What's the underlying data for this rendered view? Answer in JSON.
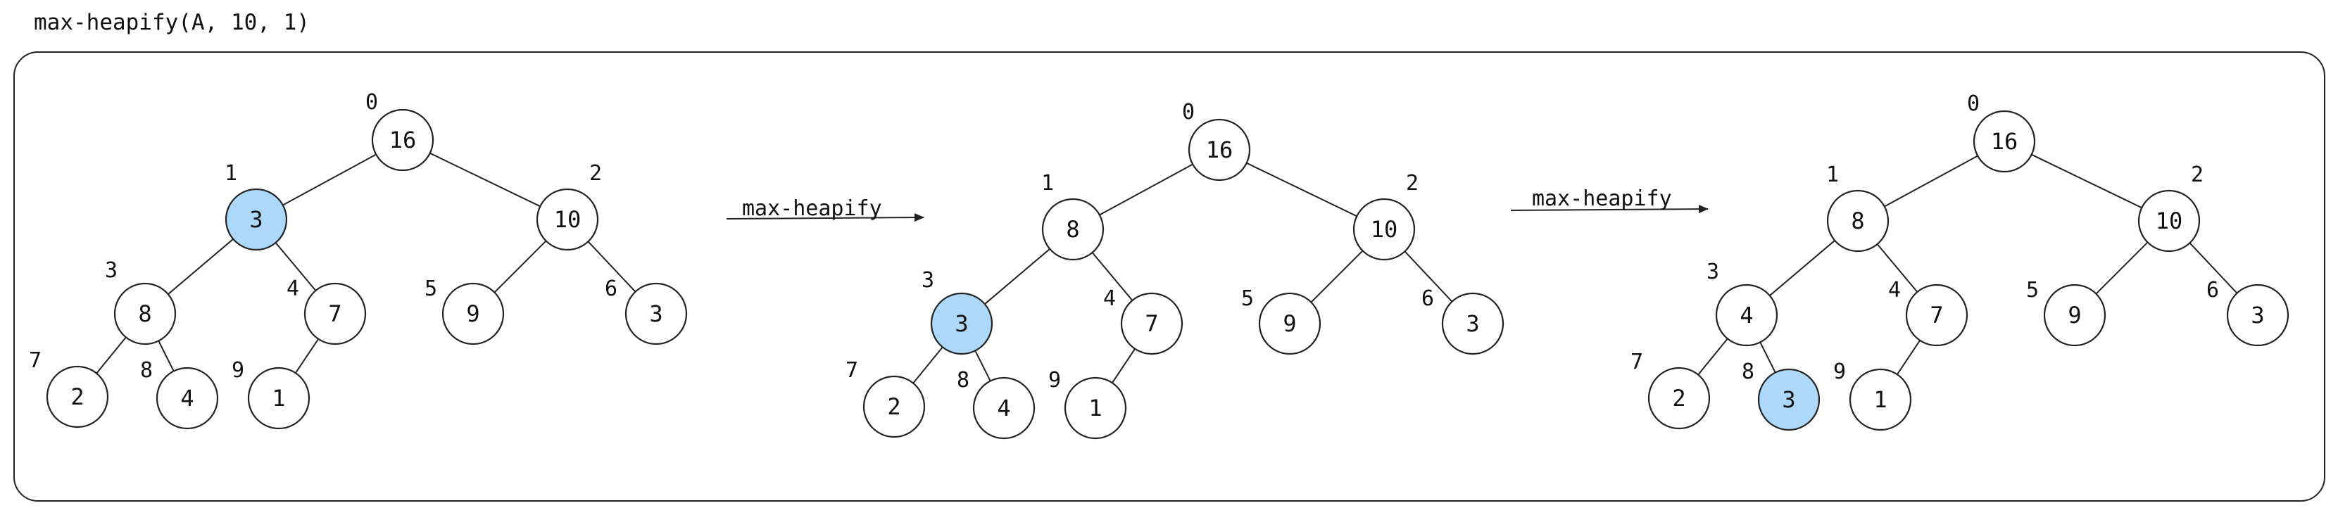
{
  "caption": "max-heapify(A, 10, 1)",
  "colors": {
    "highlight": "#aed8fa",
    "normal": "#ffffff",
    "stroke": "#222222"
  },
  "arrow_labels": [
    "max-heapify",
    "max-heapify"
  ],
  "trees": [
    {
      "nodes": [
        {
          "index": "0",
          "value": "16",
          "highlighted": false
        },
        {
          "index": "1",
          "value": "3",
          "highlighted": true
        },
        {
          "index": "2",
          "value": "10",
          "highlighted": false
        },
        {
          "index": "3",
          "value": "8",
          "highlighted": false
        },
        {
          "index": "4",
          "value": "7",
          "highlighted": false
        },
        {
          "index": "5",
          "value": "9",
          "highlighted": false
        },
        {
          "index": "6",
          "value": "3",
          "highlighted": false
        },
        {
          "index": "7",
          "value": "2",
          "highlighted": false
        },
        {
          "index": "8",
          "value": "4",
          "highlighted": false
        },
        {
          "index": "9",
          "value": "1",
          "highlighted": false
        }
      ]
    },
    {
      "nodes": [
        {
          "index": "0",
          "value": "16",
          "highlighted": false
        },
        {
          "index": "1",
          "value": "8",
          "highlighted": false
        },
        {
          "index": "2",
          "value": "10",
          "highlighted": false
        },
        {
          "index": "3",
          "value": "3",
          "highlighted": true
        },
        {
          "index": "4",
          "value": "7",
          "highlighted": false
        },
        {
          "index": "5",
          "value": "9",
          "highlighted": false
        },
        {
          "index": "6",
          "value": "3",
          "highlighted": false
        },
        {
          "index": "7",
          "value": "2",
          "highlighted": false
        },
        {
          "index": "8",
          "value": "4",
          "highlighted": false
        },
        {
          "index": "9",
          "value": "1",
          "highlighted": false
        }
      ]
    },
    {
      "nodes": [
        {
          "index": "0",
          "value": "16",
          "highlighted": false
        },
        {
          "index": "1",
          "value": "8",
          "highlighted": false
        },
        {
          "index": "2",
          "value": "10",
          "highlighted": false
        },
        {
          "index": "3",
          "value": "4",
          "highlighted": false
        },
        {
          "index": "4",
          "value": "7",
          "highlighted": false
        },
        {
          "index": "5",
          "value": "9",
          "highlighted": false
        },
        {
          "index": "6",
          "value": "3",
          "highlighted": false
        },
        {
          "index": "7",
          "value": "2",
          "highlighted": false
        },
        {
          "index": "8",
          "value": "3",
          "highlighted": true
        },
        {
          "index": "9",
          "value": "1",
          "highlighted": false
        }
      ]
    }
  ]
}
